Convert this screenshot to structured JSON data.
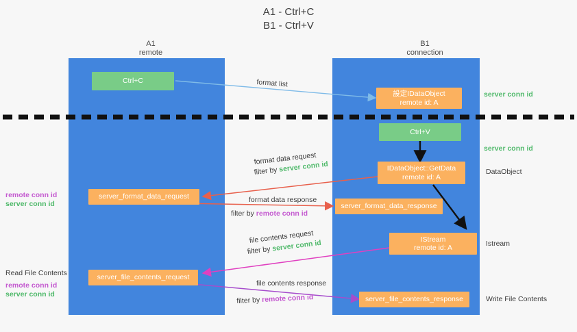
{
  "title": {
    "line1": "A1 - Ctrl+C",
    "line2": "B1 - Ctrl+V"
  },
  "colors": {
    "lane": "#4285dd",
    "orange_node": "#fbb15f",
    "green_node": "#79cc87",
    "server_conn_id": "#4fb96a",
    "remote_conn_id": "#c45ad0",
    "arrow_blue": "#7fbbe8",
    "arrow_red": "#e8604c",
    "arrow_magenta": "#e040c0",
    "arrow_purple": "#a64ccc",
    "arrow_black": "#000000",
    "background": "#f7f7f7"
  },
  "lanes": [
    {
      "id": "a1",
      "title": "A1",
      "subtitle": "remote"
    },
    {
      "id": "b1",
      "title": "B1",
      "subtitle": "connection"
    }
  ],
  "nodes": {
    "ctrl_c": {
      "label": "Ctrl+C",
      "sub": ""
    },
    "set_idataobject": {
      "label": "設定IDataObject",
      "sub": "remote id: A"
    },
    "ctrl_v": {
      "label": "Ctrl+V",
      "sub": ""
    },
    "getdata": {
      "label": "IDataObject::GetData",
      "sub": "remote id: A"
    },
    "server_format_data_request": {
      "label": "server_format_data_request",
      "sub": ""
    },
    "server_format_data_response": {
      "label": "server_format_data_response",
      "sub": ""
    },
    "istream": {
      "label": "IStream",
      "sub": "remote id: A"
    },
    "server_file_contents_request": {
      "label": "server_file_contents_request",
      "sub": ""
    },
    "server_file_contents_response": {
      "label": "server_file_contents_response",
      "sub": ""
    }
  },
  "right_labels": {
    "server_conn_id_top": "server conn id",
    "server_conn_id_mid": "server conn id",
    "dataobject": "DataObject",
    "istream": "Istream",
    "write_file_contents": "Write File Contents"
  },
  "left_labels": {
    "remote_conn_id_1": "remote conn id",
    "server_conn_id_1": "server conn id",
    "read_file_contents": "Read File Contents",
    "remote_conn_id_2": "remote conn id",
    "server_conn_id_2": "server conn id"
  },
  "captions": {
    "format_list": "format list",
    "format_data_request": "format data request",
    "format_data_request_filter_prefix": "filter by ",
    "format_data_request_filter_value": "server conn id",
    "format_data_response": "format data response",
    "format_data_response_filter_prefix": "filter by ",
    "format_data_response_filter_value": "remote conn id",
    "file_contents_request": "file contents request",
    "file_contents_request_filter_prefix": "filter by ",
    "file_contents_request_filter_value": "server conn id",
    "file_contents_response": "file contents response",
    "file_contents_response_filter_prefix": "filter by ",
    "file_contents_response_filter_value": "remote conn id"
  }
}
